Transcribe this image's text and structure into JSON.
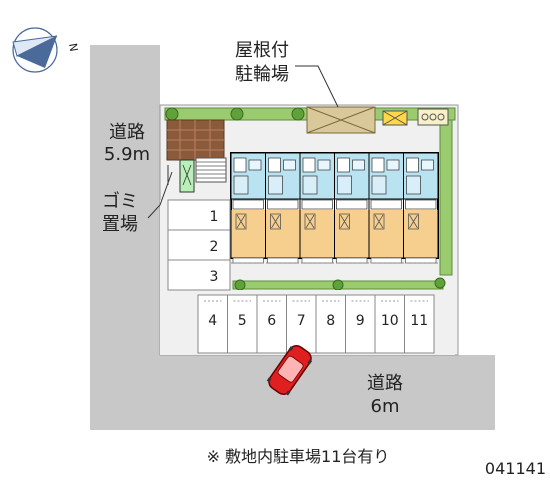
{
  "compass": {
    "north_letter": "N"
  },
  "labels": {
    "road_left": [
      "道路",
      "5.9m"
    ],
    "garbage": [
      "ゴミ",
      "置場"
    ],
    "bike_parking": [
      "屋根付",
      "駐輪場"
    ],
    "road_bottom": [
      "道路",
      "6m"
    ]
  },
  "parking_spaces": [
    "1",
    "2",
    "3",
    "4",
    "5",
    "6",
    "7",
    "8",
    "9",
    "10",
    "11"
  ],
  "caption": "※ 敷地内駐車場11台有り",
  "code": "041141",
  "colors": {
    "road": "#c8c8c8",
    "site": "#f0f0f0",
    "hedge": "#9acb6e",
    "building_roof": "#b9e3f0",
    "unit_room": "#f6cf8e",
    "car": "#e02020",
    "bike_roof": "#d8c89a"
  }
}
